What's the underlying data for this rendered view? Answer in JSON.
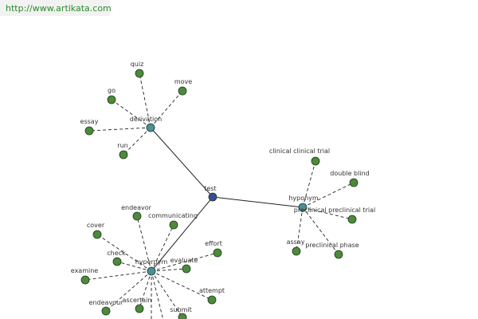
{
  "header": {
    "url": "http://www.artikata.com"
  },
  "colors": {
    "center": "#3a4a9a",
    "hub": "#4a8f9a",
    "leaf": "#4d8a3a",
    "solid_edge": "#222222",
    "dashed_edge": "#222222"
  },
  "graph": {
    "center": "test",
    "hubs": [
      {
        "id": "derivation",
        "label": "derivation",
        "leaves": [
          "quiz",
          "move",
          "go",
          "essay",
          "run"
        ]
      },
      {
        "id": "hyponym",
        "label": "hyponym",
        "leaves": [
          "clinical clinical trial",
          "double blind",
          "preclinical preclinical trial",
          "assay",
          "preclinical phase"
        ]
      },
      {
        "id": "hypernym",
        "label": "hypernym",
        "leaves": [
          "endeavor",
          "communicating",
          "cover",
          "effort",
          "check",
          "evaluate",
          "examine",
          "attempt",
          "endeavour",
          "ascertain",
          "submit"
        ]
      }
    ]
  }
}
